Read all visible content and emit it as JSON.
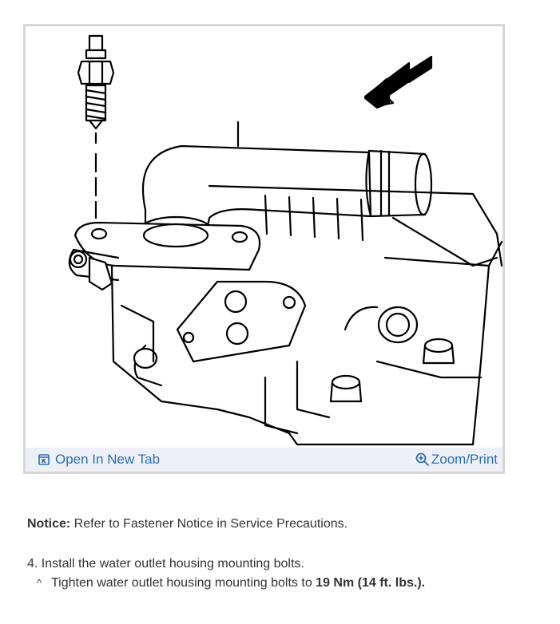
{
  "figure": {
    "open_tab_label": "Open In New Tab",
    "zoom_label": "Zoom/Print",
    "open_tab_icon": "open-in-new-tab-icon",
    "zoom_icon": "magnifier-zoom-icon",
    "link_color": "#2d6fb3",
    "toolbar_color": "#eef0f7"
  },
  "notice": {
    "label": "Notice:",
    "text": " Refer to Fastener Notice in Service Precautions."
  },
  "step": {
    "text": "4. Install the water outlet housing mounting bolts."
  },
  "substep": {
    "bullet": "^",
    "text": "Tighten water outlet housing mounting bolts to ",
    "torque": "19 Nm (14 ft. lbs.)",
    "end": "."
  }
}
